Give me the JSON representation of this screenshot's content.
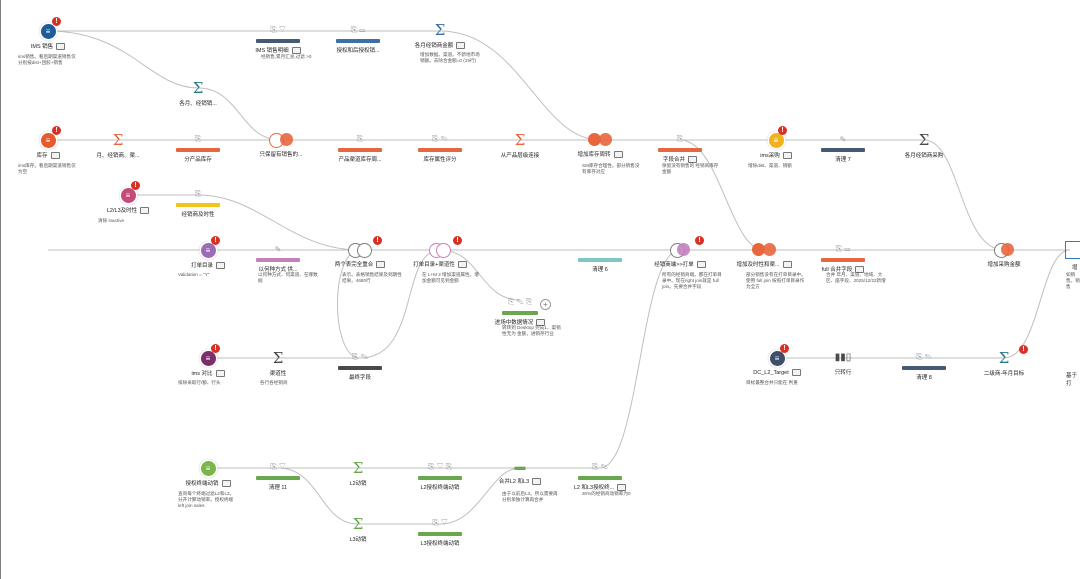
{
  "colors": {
    "input_blue": "#1f5c99",
    "input_red": "#e65a2e",
    "input_pink": "#c44b7a",
    "input_purple": "#9b6bb5",
    "input_darkpurple": "#7a2f6b",
    "input_green": "#7ab648",
    "input_yellow": "#f2b21b",
    "input_navy": "#3f4f6b",
    "orange": "#e8663d",
    "yellow": "#f0c419",
    "pinkbar": "#c47fbf",
    "teal": "#7ec8c2",
    "darkgray": "#4a4a4a",
    "green": "#6aa84f",
    "navybar": "#455a75",
    "bluebar": "#3c6ea8",
    "warning": "#d93025",
    "link": "#bfbfbf"
  },
  "nodes": {
    "n1": {
      "title": "IMS 销售",
      "desc": "ims销售。看后期渠道销售仅分别按dist+团胶+销售"
    },
    "n2": {
      "title": "IMS 销售明细",
      "desc": "经销售,累月汇总,过滤 >0"
    },
    "n3": {
      "title": "授权和后授权销...",
      "desc": ""
    },
    "n4": {
      "title": "各月经销商金额",
      "desc": "增加数据。渠道。不新地市场销额。去除合金额=0 (19行)"
    },
    "n5": {
      "title": "各月、经销销...",
      "desc": ""
    },
    "n6": {
      "title": "库存",
      "desc": "ims库存。看后期渠道销售仅为空"
    },
    "n7": {
      "title": "月、经销商、渠...",
      "desc": ""
    },
    "n8": {
      "title": "分产品库存",
      "desc": ""
    },
    "n9": {
      "title": "只保留有销售的...",
      "desc": ""
    },
    "n10": {
      "title": "产品渠道库存周...",
      "desc": ""
    },
    "n11": {
      "title": "库存属性评分",
      "desc": ""
    },
    "n12": {
      "title": "从产品层级连接",
      "desc": ""
    },
    "n13": {
      "title": "增加库存周转",
      "desc": "SM库存合理性。部分销售没有库存对应"
    },
    "n14": {
      "title": "字段合并",
      "desc": "保留没有销售的 经销商库存金额"
    },
    "n15": {
      "title": "ims采购",
      "desc": "增除dist、渠道、销额"
    },
    "n16": {
      "title": "清理 7",
      "desc": ""
    },
    "n17": {
      "title": "各月经销商采购",
      "desc": ""
    },
    "n18": {
      "title": "L2/L3及时性",
      "desc": "清除 inactive"
    },
    "n19": {
      "title": "经销商及时性",
      "desc": ""
    },
    "n20": {
      "title": "打单目录",
      "desc": "Validation = \"Y\""
    },
    "n21": {
      "title": "以何种方式 供...",
      "desc": "以何种方式、何渠道、在哪数据"
    },
    "n22": {
      "title": "两个表完全重合",
      "desc": "表示。表格销售结果及到期性结果。4680行"
    },
    "n23": {
      "title": "打单目录+渠道性",
      "desc": "在 L+M 2 增加渠道属性。增加金额可见到金额"
    },
    "n24": {
      "title": "清理 6",
      "desc": ""
    },
    "n25": {
      "title": "经销商端>>打单",
      "desc": "所有的经销商端。都在打单目录中。现在right join就是 full join。先要合并字段"
    },
    "n26": {
      "title": "增加及时性和渠...",
      "desc": "部分销售没有在打单目录中。使用 full join 按照打单目录作为全方"
    },
    "n27": {
      "title": "full 合并字段",
      "desc": "合并 年月、渠道、地域、大区、座字段、2025/12/22新增"
    },
    "n28": {
      "title": "增加采购金额",
      "desc": ""
    },
    "n29": {
      "title": "进场中数据情况",
      "desc": "转转到 Desktop 完成1、渠销性无为 金额，进销存行业"
    },
    "n30": {
      "title": "ims 对比",
      "desc": "排除采取行/额、行头"
    },
    "n31": {
      "title": "渠道性",
      "desc": "各行各经销商"
    },
    "n32": {
      "title": "最终字段",
      "desc": ""
    },
    "n33": {
      "title": "DC_L2_Target",
      "desc": "目标最整合并只能在 判重"
    },
    "n34": {
      "title": "只转行",
      "desc": ""
    },
    "n35": {
      "title": "清理 8",
      "desc": ""
    },
    "n36": {
      "title": "二级商-年月目标",
      "desc": ""
    },
    "n37": {
      "title": "基于打",
      "desc": ""
    },
    "n38": {
      "title": "授权终端动销",
      "desc": "查询每个终端过滤L2和L3。分开计算动销率。授权终端 left join sales"
    },
    "n39": {
      "title": "清理 11",
      "desc": ""
    },
    "n40": {
      "title": "L2动销",
      "desc": ""
    },
    "n41": {
      "title": "L2授权终端动销",
      "desc": ""
    },
    "n42": {
      "title": "合并L2 和L3",
      "desc": "由于以前后L3。所以需要再分别单独计算再合并"
    },
    "n43": {
      "title": "L2 和L3授权终...",
      "desc": "30%的经销商动销率为0"
    },
    "n44": {
      "title": "L3动销",
      "desc": ""
    },
    "n45": {
      "title": "L3授权终端动销",
      "desc": ""
    },
    "n46": {
      "title": "增",
      "desc": "如销售。销售"
    }
  }
}
